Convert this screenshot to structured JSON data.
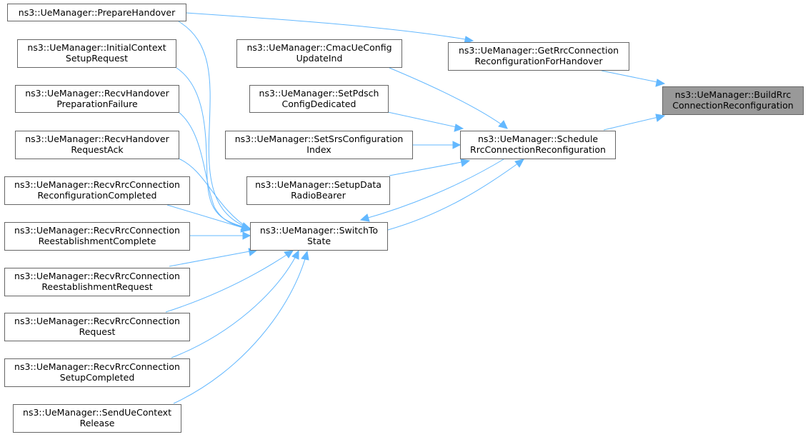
{
  "nodes": [
    {
      "id": "prepare-handover",
      "line1": "ns3::UeManager::PrepareHandover",
      "line2": ""
    },
    {
      "id": "initial-context-setup-request",
      "line1": "ns3::UeManager::InitialContext",
      "line2": "SetupRequest"
    },
    {
      "id": "recv-handover-preparation-failure",
      "line1": "ns3::UeManager::RecvHandover",
      "line2": "PreparationFailure"
    },
    {
      "id": "recv-handover-request-ack",
      "line1": "ns3::UeManager::RecvHandover",
      "line2": "RequestAck"
    },
    {
      "id": "recv-rrc-connection-reconfiguration-completed",
      "line1": "ns3::UeManager::RecvRrcConnection",
      "line2": "ReconfigurationCompleted"
    },
    {
      "id": "recv-rrc-connection-reestablishment-complete",
      "line1": "ns3::UeManager::RecvRrcConnection",
      "line2": "ReestablishmentComplete"
    },
    {
      "id": "recv-rrc-connection-reestablishment-request",
      "line1": "ns3::UeManager::RecvRrcConnection",
      "line2": "ReestablishmentRequest"
    },
    {
      "id": "recv-rrc-connection-request",
      "line1": "ns3::UeManager::RecvRrcConnection",
      "line2": "Request"
    },
    {
      "id": "recv-rrc-connection-setup-completed",
      "line1": "ns3::UeManager::RecvRrcConnection",
      "line2": "SetupCompleted"
    },
    {
      "id": "send-ue-context-release",
      "line1": "ns3::UeManager::SendUeContext",
      "line2": "Release"
    },
    {
      "id": "cmac-ue-config-update-ind",
      "line1": "ns3::UeManager::CmacUeConfig",
      "line2": "UpdateInd"
    },
    {
      "id": "set-pdsch-config-dedicated",
      "line1": "ns3::UeManager::SetPdsch",
      "line2": "ConfigDedicated"
    },
    {
      "id": "set-srs-configuration-index",
      "line1": "ns3::UeManager::SetSrsConfiguration",
      "line2": "Index"
    },
    {
      "id": "setup-data-radio-bearer",
      "line1": "ns3::UeManager::SetupData",
      "line2": "RadioBearer"
    },
    {
      "id": "switch-to-state",
      "line1": "ns3::UeManager::SwitchTo",
      "line2": "State"
    },
    {
      "id": "get-rrc-connection-reconfiguration-for-handover",
      "line1": "ns3::UeManager::GetRrcConnection",
      "line2": "ReconfigurationForHandover"
    },
    {
      "id": "schedule-rrc-connection-reconfiguration",
      "line1": "ns3::UeManager::Schedule",
      "line2": "RrcConnectionReconfiguration"
    },
    {
      "id": "build-rrc-connection-reconfiguration",
      "line1": "ns3::UeManager::BuildRrc",
      "line2": "ConnectionReconfiguration",
      "highlighted": true
    }
  ],
  "edges": [
    {
      "from": "prepare-handover",
      "to": "get-rrc-connection-reconfiguration-for-handover"
    },
    {
      "from": "prepare-handover",
      "to": "switch-to-state"
    },
    {
      "from": "initial-context-setup-request",
      "to": "switch-to-state"
    },
    {
      "from": "recv-handover-preparation-failure",
      "to": "switch-to-state"
    },
    {
      "from": "recv-handover-request-ack",
      "to": "switch-to-state"
    },
    {
      "from": "recv-rrc-connection-reconfiguration-completed",
      "to": "switch-to-state"
    },
    {
      "from": "recv-rrc-connection-reestablishment-complete",
      "to": "switch-to-state"
    },
    {
      "from": "recv-rrc-connection-reestablishment-request",
      "to": "switch-to-state"
    },
    {
      "from": "recv-rrc-connection-request",
      "to": "switch-to-state"
    },
    {
      "from": "recv-rrc-connection-setup-completed",
      "to": "switch-to-state"
    },
    {
      "from": "send-ue-context-release",
      "to": "switch-to-state"
    },
    {
      "from": "schedule-rrc-connection-reconfiguration",
      "to": "switch-to-state"
    },
    {
      "from": "switch-to-state",
      "to": "schedule-rrc-connection-reconfiguration"
    },
    {
      "from": "cmac-ue-config-update-ind",
      "to": "schedule-rrc-connection-reconfiguration"
    },
    {
      "from": "set-pdsch-config-dedicated",
      "to": "schedule-rrc-connection-reconfiguration"
    },
    {
      "from": "set-srs-configuration-index",
      "to": "schedule-rrc-connection-reconfiguration"
    },
    {
      "from": "setup-data-radio-bearer",
      "to": "schedule-rrc-connection-reconfiguration"
    },
    {
      "from": "get-rrc-connection-reconfiguration-for-handover",
      "to": "build-rrc-connection-reconfiguration"
    },
    {
      "from": "schedule-rrc-connection-reconfiguration",
      "to": "build-rrc-connection-reconfiguration"
    }
  ],
  "colors": {
    "edge": "#63b8ff",
    "node_border": "#666666",
    "highlight_fill": "#999999"
  }
}
